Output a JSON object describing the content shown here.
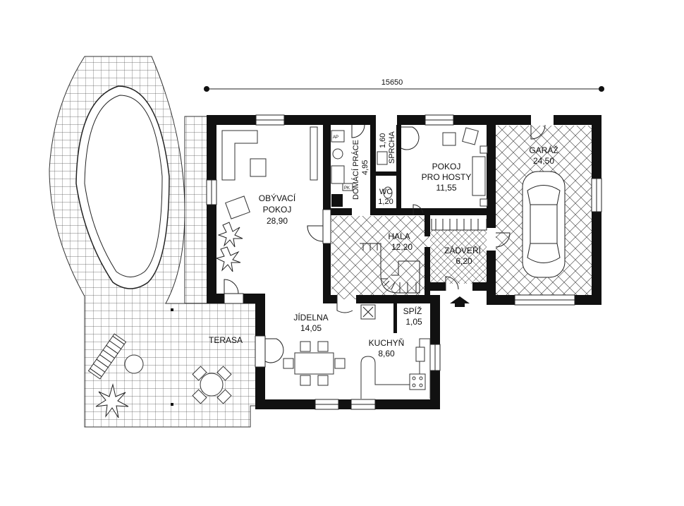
{
  "dimension": {
    "total": "15650"
  },
  "rooms": {
    "obyvaci": {
      "l1": "OBÝVACÍ",
      "l2": "POKOJ",
      "area": "28,90"
    },
    "domaci_prace": {
      "label": "DOMÁCÍ PRÁCE",
      "area": "4,95"
    },
    "sprcha": {
      "label": "SPRCHA",
      "area": "1,60"
    },
    "wc": {
      "label": "WC",
      "area": "1,20"
    },
    "pokoj_pro_hosty": {
      "l1": "POKOJ",
      "l2": "PRO HOSTY",
      "area": "11,55"
    },
    "garaz": {
      "label": "GARÁŽ",
      "area": "24,50"
    },
    "hala": {
      "label": "HALA",
      "area": "12,20"
    },
    "zadveri": {
      "label": "ZÁDVEŘÍ",
      "area": "6,20"
    },
    "jidelna": {
      "label": "JÍDELNA",
      "area": "14,05"
    },
    "spiz": {
      "label": "SPÍŽ",
      "area": "1,05"
    },
    "kuchyn": {
      "label": "KUCHYŇ",
      "area": "8,60"
    },
    "terasa": {
      "label": "TERASA"
    }
  },
  "appliance_labels": {
    "ap": "AP",
    "pk": "PK"
  },
  "icons": {
    "entrance": "arrow-up-icon",
    "car": "car-icon",
    "plants": "plant-icon",
    "lounger": "sun-lounger-icon"
  }
}
